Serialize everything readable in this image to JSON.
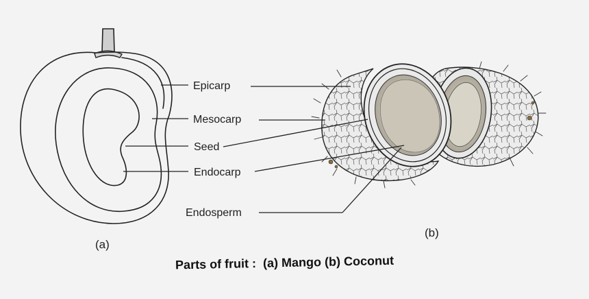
{
  "mango": {
    "labels": {
      "epicarp": "Epicarp",
      "mesocarp": "Mesocarp",
      "seed": "Seed",
      "endocarp": "Endocarp"
    },
    "panel_label": "(a)"
  },
  "coconut": {
    "labels": {
      "endosperm": "Endosperm"
    },
    "panel_label": "(b)"
  },
  "caption": "Parts of fruit :  (a) Mango (b) Coconut",
  "colors": {
    "background": "#f3f3f3",
    "ink": "#222222",
    "endosperm_fill": "#b9b3a6"
  }
}
